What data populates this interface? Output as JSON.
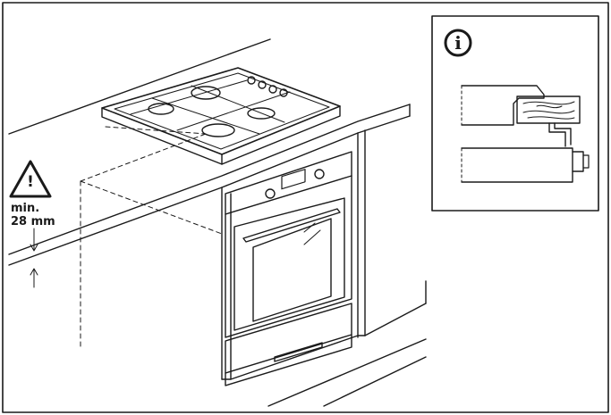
{
  "clearance": {
    "line1": "min.",
    "line2": "28 mm"
  },
  "icons": {
    "warning": "warning-triangle-icon",
    "warning_glyph": "!",
    "info": "info-circle-icon",
    "info_glyph": "i"
  },
  "colors": {
    "line": "#1a1a1a",
    "background": "#ffffff"
  }
}
